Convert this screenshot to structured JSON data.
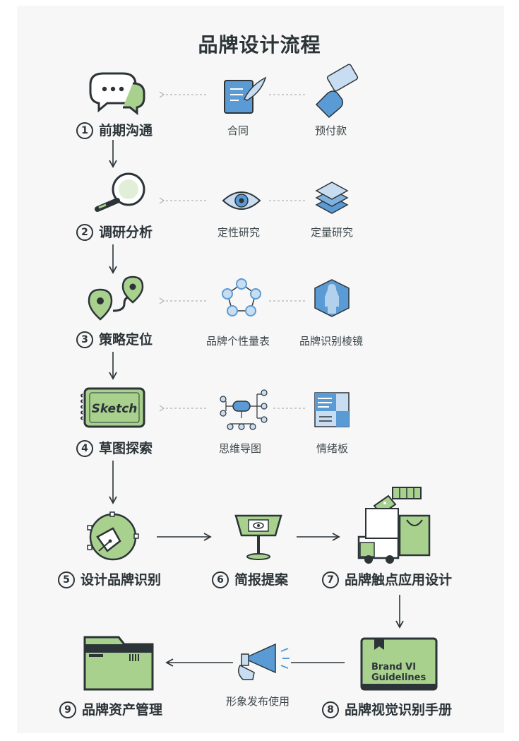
{
  "title": "品牌设计流程",
  "steps": [
    {
      "num": "1",
      "label": "前期沟通"
    },
    {
      "num": "2",
      "label": "调研分析"
    },
    {
      "num": "3",
      "label": "策略定位"
    },
    {
      "num": "4",
      "label": "草图探索"
    },
    {
      "num": "5",
      "label": "设计品牌识别"
    },
    {
      "num": "6",
      "label": "简报提案"
    },
    {
      "num": "7",
      "label": "品牌触点应用设计"
    },
    {
      "num": "8",
      "label": "品牌视觉识别手册"
    },
    {
      "num": "9",
      "label": "品牌资产管理"
    }
  ],
  "inputs": [
    {
      "a": "合同",
      "b": "预付款"
    },
    {
      "a": "定性研究",
      "b": "定量研究"
    },
    {
      "a": "品牌个性量表",
      "b": "品牌识别棱镜"
    },
    {
      "a": "思维导图",
      "b": "情绪板"
    }
  ],
  "publish_label": "形象发布使用",
  "icon_text": {
    "sketch": "Sketch",
    "manual_line1": "Brand VI",
    "manual_line2": "Guidelines"
  },
  "colors": {
    "green": "#a9d18e",
    "dark": "#2c3438",
    "blue": "#5b9bd5",
    "blue_light": "#c9ddf2"
  }
}
